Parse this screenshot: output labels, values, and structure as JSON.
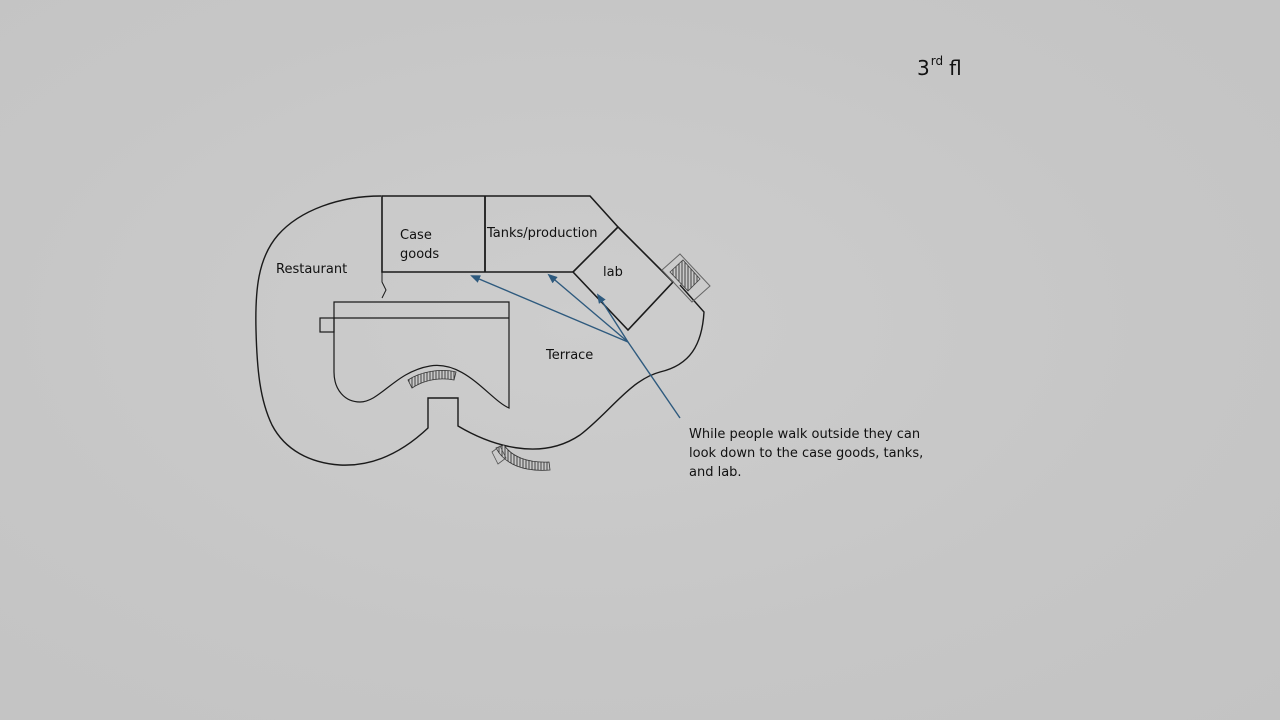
{
  "floor": {
    "number": "3",
    "ordinal": "rd",
    "suffix": "fl"
  },
  "rooms": {
    "case_goods_line1": "Case",
    "case_goods_line2": "goods",
    "tanks": "Tanks/production",
    "lab": "lab",
    "restaurant": "Restaurant",
    "terrace": "Terrace"
  },
  "annotation": {
    "text": "While people walk outside they can look down to the case goods, tanks, and lab."
  },
  "colors": {
    "background": "#c6c6c6",
    "walls": "#1a1a1a",
    "arrows": "#2e5a7e",
    "stairs": "#555555"
  },
  "icons": {
    "stairs": "stairs-icon",
    "arrow": "arrow-icon"
  }
}
